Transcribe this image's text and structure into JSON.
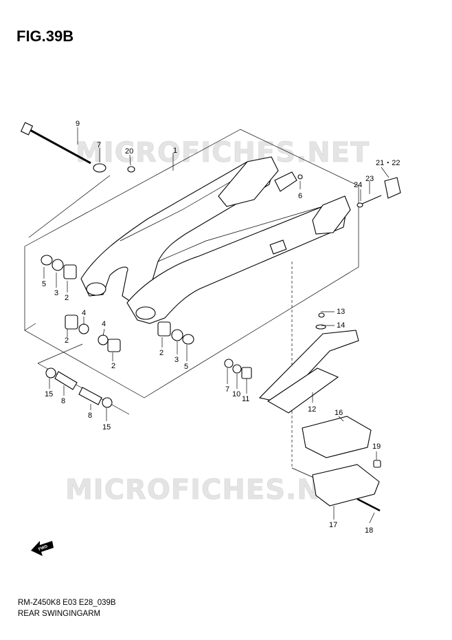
{
  "figure": {
    "title": "FIG.39B"
  },
  "footer": {
    "model_code": "RM-Z450K8 E03 E28_039B",
    "section_title": "REAR SWINGINGARM"
  },
  "watermark": {
    "text": "MICROFICHES.NET"
  },
  "fwd_arrow": {
    "label": "FWD"
  },
  "callouts": {
    "c1": "1",
    "c2a": "2",
    "c2b": "2",
    "c2c": "2",
    "c2d": "2",
    "c3a": "3",
    "c3b": "3",
    "c4a": "4",
    "c4b": "4",
    "c5a": "5",
    "c5b": "5",
    "c6": "6",
    "c7a": "7",
    "c7b": "7",
    "c8a": "8",
    "c8b": "8",
    "c9": "9",
    "c10": "10",
    "c11": "11",
    "c12": "12",
    "c13": "13",
    "c14": "14",
    "c15a": "15",
    "c15b": "15",
    "c16": "16",
    "c17": "17",
    "c18": "18",
    "c19": "19",
    "c20": "20",
    "c21_22": "21・22",
    "c23": "23",
    "c24": "24"
  }
}
